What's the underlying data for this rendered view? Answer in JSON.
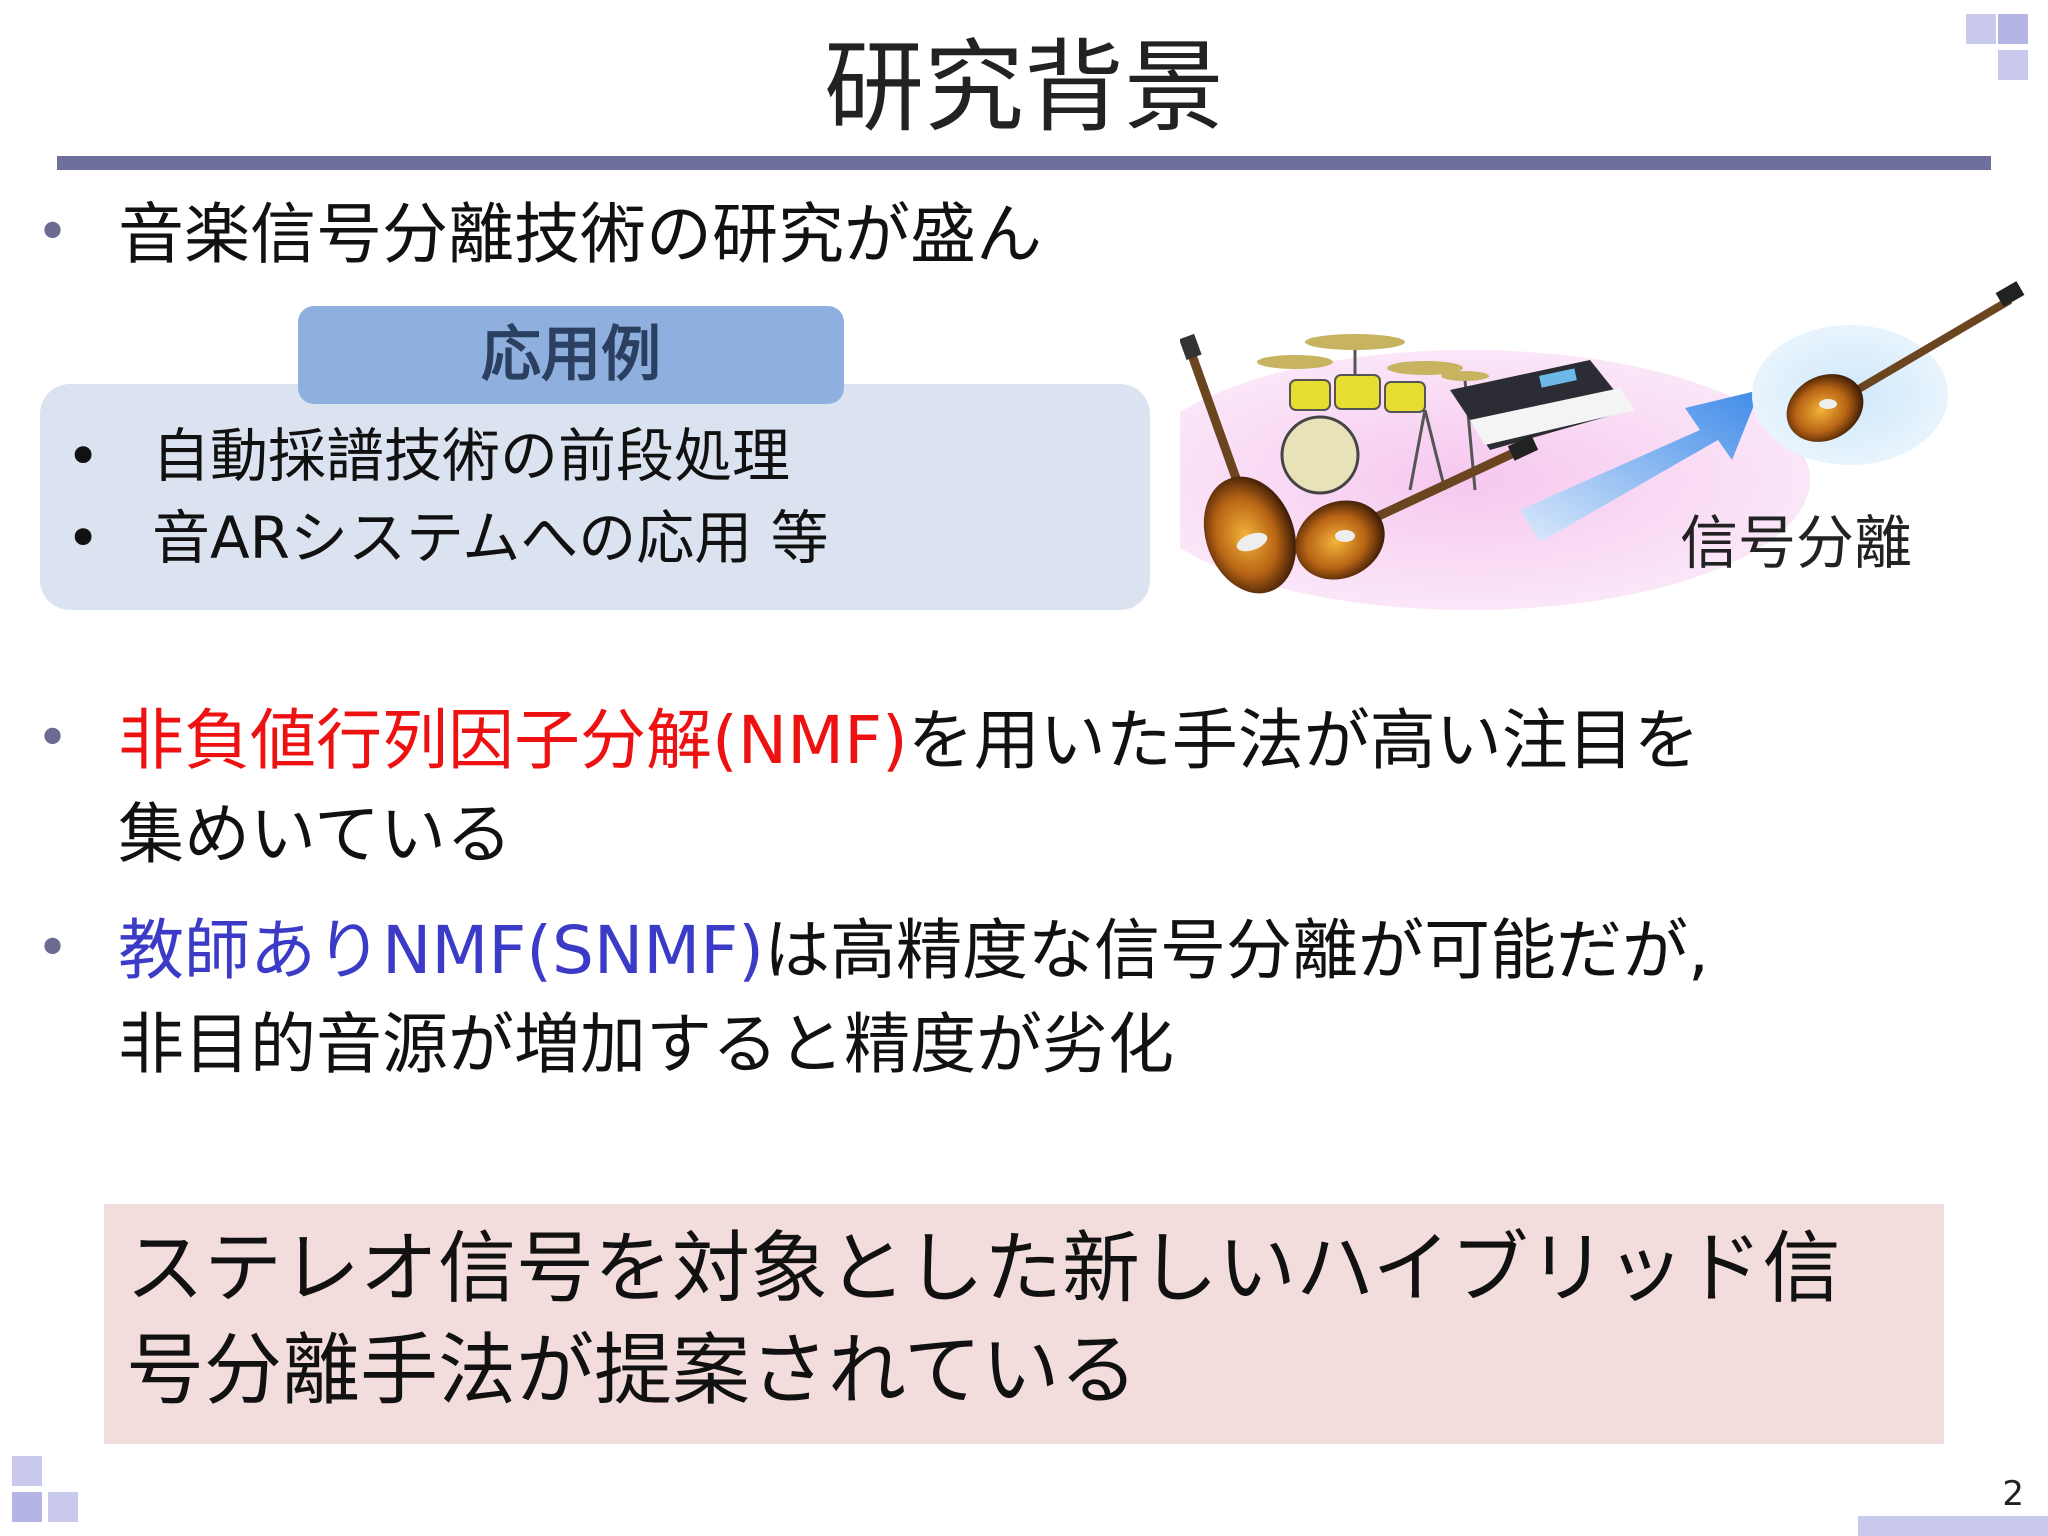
{
  "slide": {
    "title": "研究背景",
    "page_number": "2"
  },
  "bullets": {
    "b1": "音楽信号分離技術の研究が盛ん",
    "b2_highlight": "非負値行列因子分解(NMF)",
    "b2_rest_line1": "を用いた手法が高い注目を",
    "b2_line2": "集めいている",
    "b3_highlight": "教師ありNMF(SNMF)",
    "b3_rest_line1": "は高精度な信号分離が可能だが,",
    "b3_line2": "非目的音源が増加すると精度が劣化"
  },
  "application_box": {
    "header": "応用例",
    "items": [
      "自動採譜技術の前段処理",
      "音ARシステムへの応用 等"
    ]
  },
  "figure": {
    "label": "信号分離"
  },
  "conclusion": {
    "line1": "ステレオ信号を対象とした新しいハイブリッド信",
    "line2": "号分離手法が提案されている"
  },
  "colors": {
    "rule": "#6e6f9d",
    "highlight_red": "#ee1111",
    "highlight_blue": "#3b3bc8",
    "app_box_bg": "#dce3f0",
    "app_tab_bg": "#8fb0df",
    "conclusion_bg": "#f2dcdc",
    "corner_squares": "#c8c9ec"
  },
  "icons": {
    "corner_decoration": "square-grid-icon",
    "arrow": "arrow-up-right-icon",
    "instruments": "instrument-ensemble-icon",
    "separated": "guitar-icon"
  }
}
